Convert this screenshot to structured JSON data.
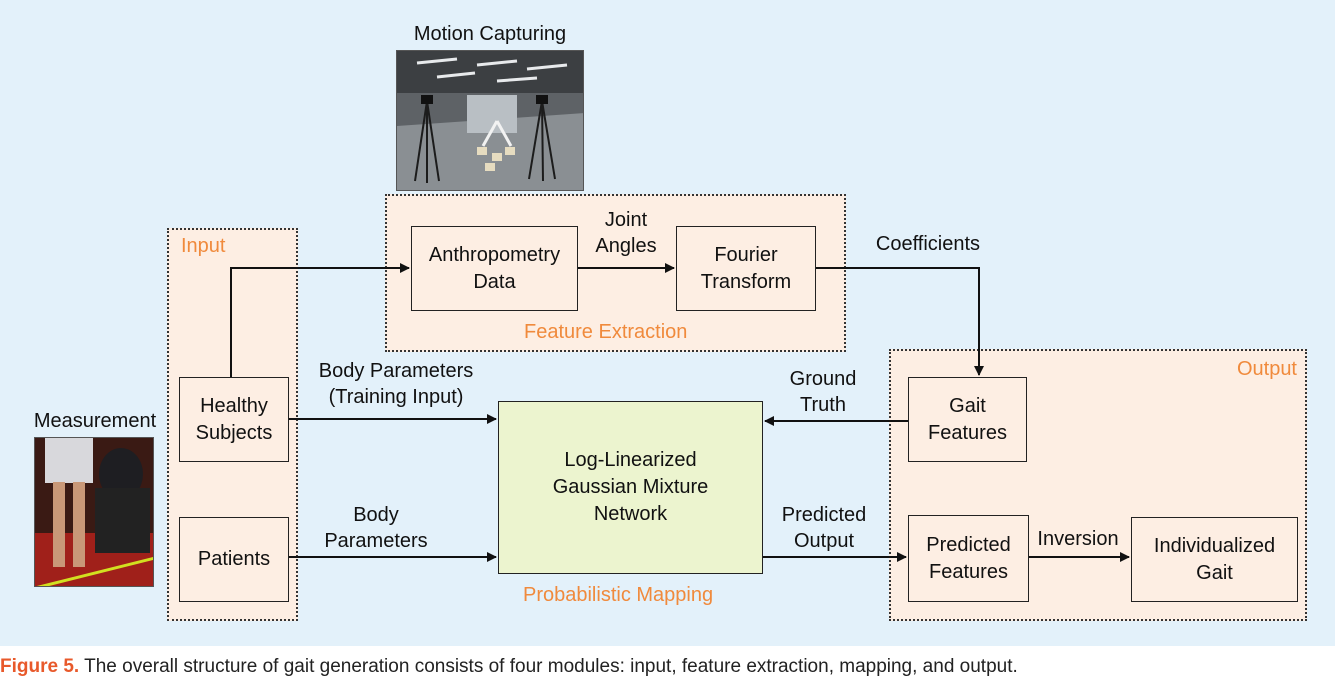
{
  "regions": {
    "input": "Input",
    "feature_extraction": "Feature Extraction",
    "output": "Output",
    "probabilistic_mapping": "Probabilistic Mapping"
  },
  "photos": {
    "motion_capturing": "Motion Capturing",
    "measurement": "Measurement"
  },
  "boxes": {
    "anthropometry": "Anthropometry\nData",
    "fourier": "Fourier\nTransform",
    "healthy": "Healthy\nSubjects",
    "patients": "Patients",
    "mixture_network": "Log-Linearized\nGaussian Mixture\nNetwork",
    "gait_features": "Gait\nFeatures",
    "predicted_features": "Predicted\nFeatures",
    "individualized_gait": "Individualized\nGait"
  },
  "edge_labels": {
    "joint_angles": "Joint\nAngles",
    "coefficients": "Coefficients",
    "body_parameters_training": "Body Parameters\n(Training Input)",
    "body_parameters": "Body\nParameters",
    "ground_truth": "Ground\nTruth",
    "predicted_output": "Predicted\nOutput",
    "inversion": "Inversion"
  },
  "caption": {
    "figure_label": "Figure 5.",
    "text": "The overall structure of gait generation consists of four modules: input, feature extraction, mapping, and output."
  },
  "colors": {
    "background": "#e3f1fa",
    "region_fill": "#fdeee3",
    "region_label": "#f08a3c",
    "network_fill": "#ecf4cf",
    "caption_label": "#e8592b"
  }
}
